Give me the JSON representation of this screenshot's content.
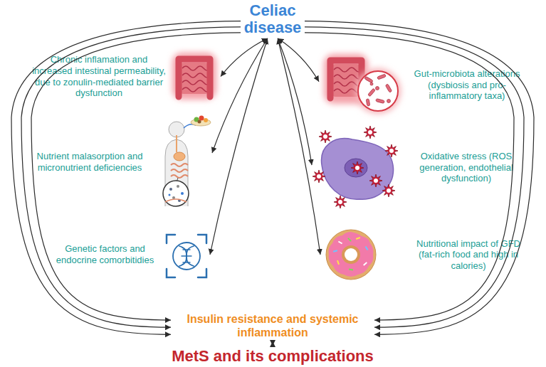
{
  "diagram": {
    "nodes": [
      {
        "text": [
          "Celiac disease"
        ]
      },
      {
        "text": [
          "Chronic inflamation and increased intestinal permeability, due to zonulin-mediated barrier dysfunction"
        ]
      },
      {
        "text": [
          "Gut-microbiota alterations (dysbiosis and pro-inflammatory taxa)"
        ]
      },
      {
        "text": [
          "Nutrient malasorption and micronutrient deficiencies"
        ]
      },
      {
        "text": [
          "Oxidative stress (ROS generation, endothelial dysfunction)"
        ]
      },
      {
        "text": [
          "Genetic factors and endocrine comorbitidies"
        ]
      },
      {
        "text": [
          "Nutritional impact of GFD (fat-rich food and high in calories)"
        ]
      },
      {
        "text": [
          "Insulin resistance and systemic inflammation"
        ]
      },
      {
        "text": [
          "MetS and its complications"
        ]
      }
    ],
    "edges": [
      {
        "from": 0,
        "to": 1,
        "arrow": "both"
      },
      {
        "from": 0,
        "to": 2,
        "arrow": "both"
      },
      {
        "from": 0,
        "to": 3,
        "arrow": "both"
      },
      {
        "from": 0,
        "to": 4,
        "arrow": "both"
      },
      {
        "from": 0,
        "to": 5,
        "arrow": "both"
      },
      {
        "from": 0,
        "to": 6,
        "arrow": "both"
      },
      {
        "from": 0,
        "to": 7,
        "arrow": "to"
      },
      {
        "from": 0,
        "to": 7,
        "arrow": "to"
      },
      {
        "from": 0,
        "to": 7,
        "arrow": "to"
      },
      {
        "from": 0,
        "to": 7,
        "arrow": "to"
      },
      {
        "from": 0,
        "to": 7,
        "arrow": "to"
      },
      {
        "from": 0,
        "to": 7,
        "arrow": "to"
      },
      {
        "from": 7,
        "to": 8,
        "arrow": "both"
      }
    ]
  }
}
